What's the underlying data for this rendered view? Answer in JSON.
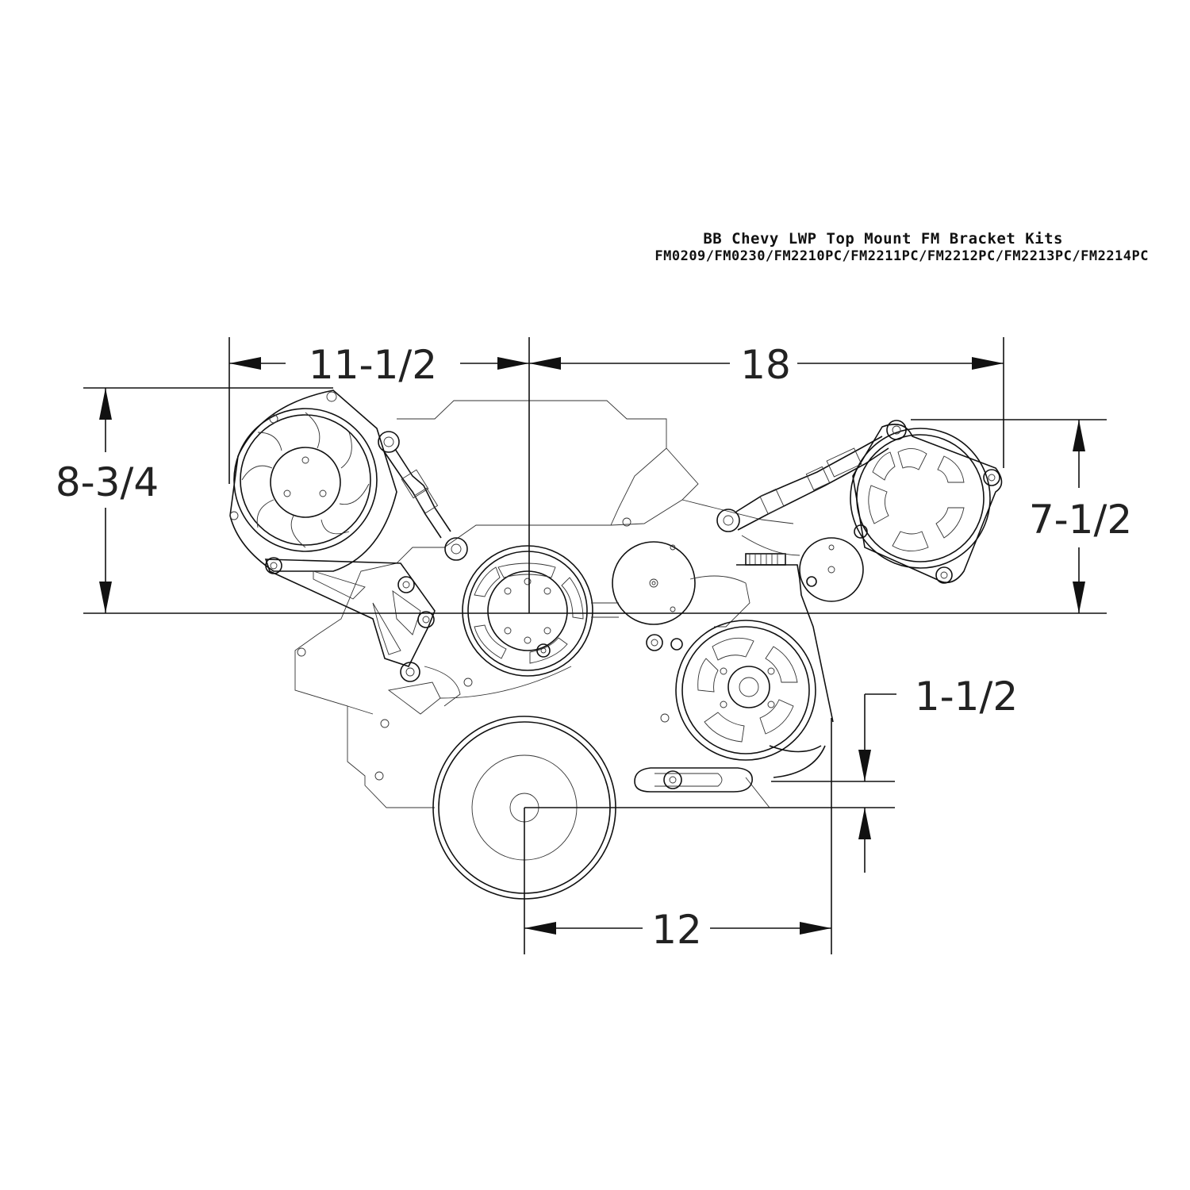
{
  "title": {
    "line1": "BB Chevy LWP Top Mount FM Bracket Kits",
    "line2": "FM0209/FM0230/FM2210PC/FM2211PC/FM2212PC/FM2213PC/FM2214PC"
  },
  "dimensions": {
    "top_left": "11-1/2",
    "top_right": "18",
    "left_vertical": "8-3/4",
    "right_vertical": "7-1/2",
    "offset": "1-1/2",
    "bottom": "12"
  }
}
